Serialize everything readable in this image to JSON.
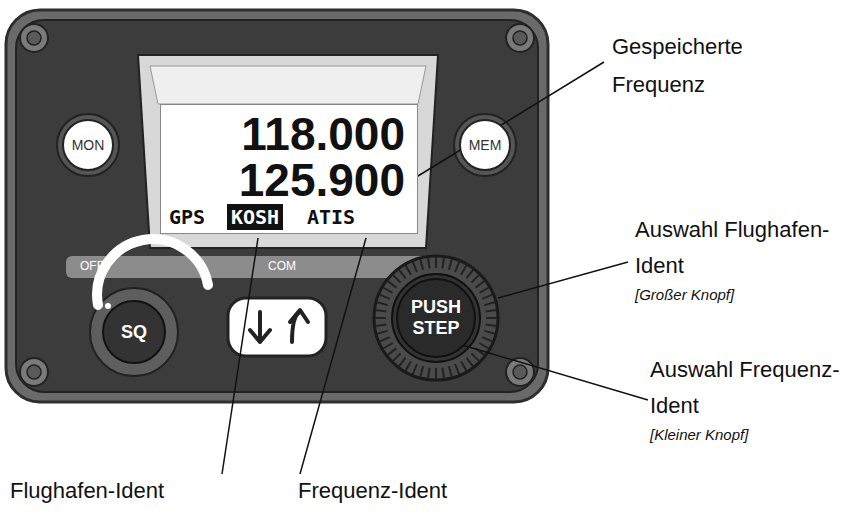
{
  "diagram": {
    "nodes": [
      {
        "text": [
          "118.000",
          "125.900",
          "GPS",
          "ATIS"
        ]
      },
      {
        "text": [
          "KOSH"
        ],
        "in": 0
      },
      {
        "text": [
          "MON"
        ]
      },
      {
        "text": [
          "MEM"
        ]
      },
      {
        "text": [
          "SQ"
        ]
      },
      {
        "text": [
          "PUSH STEP"
        ]
      }
    ],
    "labels": [
      "OFF",
      "COM",
      "Gespeicherte Frequenz",
      "Auswahl Flughafen-Ident",
      "[Großer Knopf]",
      "Auswahl Frequenz-Ident",
      "[Kleiner Knopf]",
      "Flughafen-Ident",
      "Frequenz-Ident"
    ]
  }
}
